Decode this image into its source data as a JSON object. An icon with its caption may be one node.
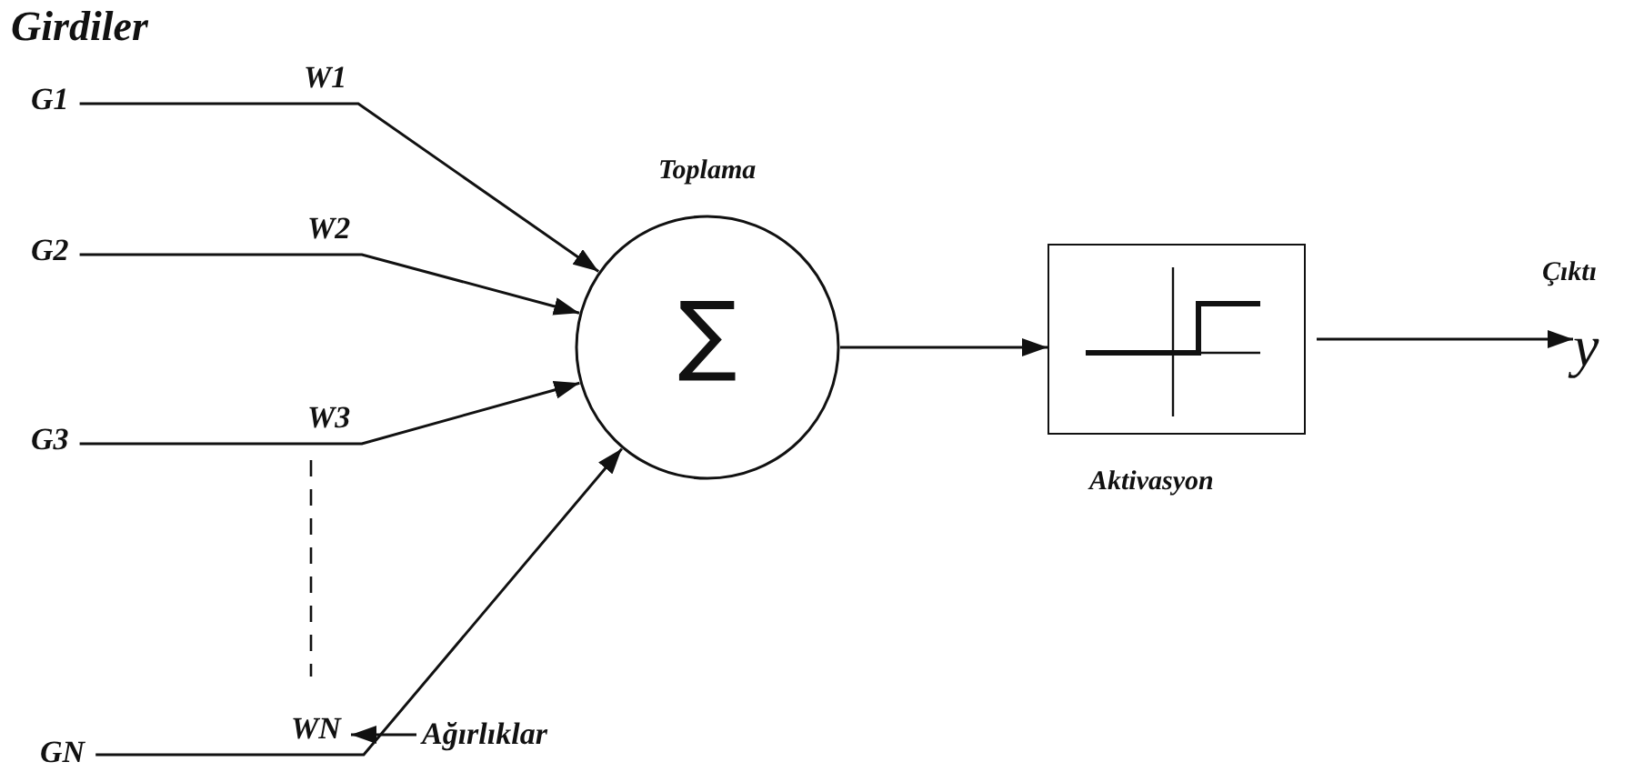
{
  "diagram": {
    "title": "Girdiler",
    "nodes": [
      {
        "text": [
          "G1"
        ]
      },
      {
        "text": [
          "G2"
        ]
      },
      {
        "text": [
          "G3"
        ]
      },
      {
        "text": [
          "GN"
        ]
      },
      {
        "text": [
          "∑"
        ],
        "beside": [
          "Toplama"
        ]
      },
      {
        "text": [],
        "shape": "box",
        "beside": [
          "Aktivasyon"
        ]
      },
      {
        "text": [
          "y"
        ],
        "beside": [
          "Çıktı"
        ]
      },
      {
        "text": [
          "Ağırlıklar"
        ]
      }
    ],
    "edges": [
      {
        "from": 0,
        "to": 4,
        "arrow": "to",
        "label": "W1"
      },
      {
        "from": 1,
        "to": 4,
        "arrow": "to",
        "label": "W2"
      },
      {
        "from": 2,
        "to": 4,
        "arrow": "to",
        "label": "W3"
      },
      {
        "from": 3,
        "to": 4,
        "arrow": "to",
        "label": "WN"
      },
      {
        "from": 4,
        "to": 5,
        "arrow": "to"
      },
      {
        "from": 5,
        "to": 6,
        "arrow": "to"
      },
      {
        "from": 7,
        "to": null,
        "arrow": "to"
      }
    ]
  }
}
